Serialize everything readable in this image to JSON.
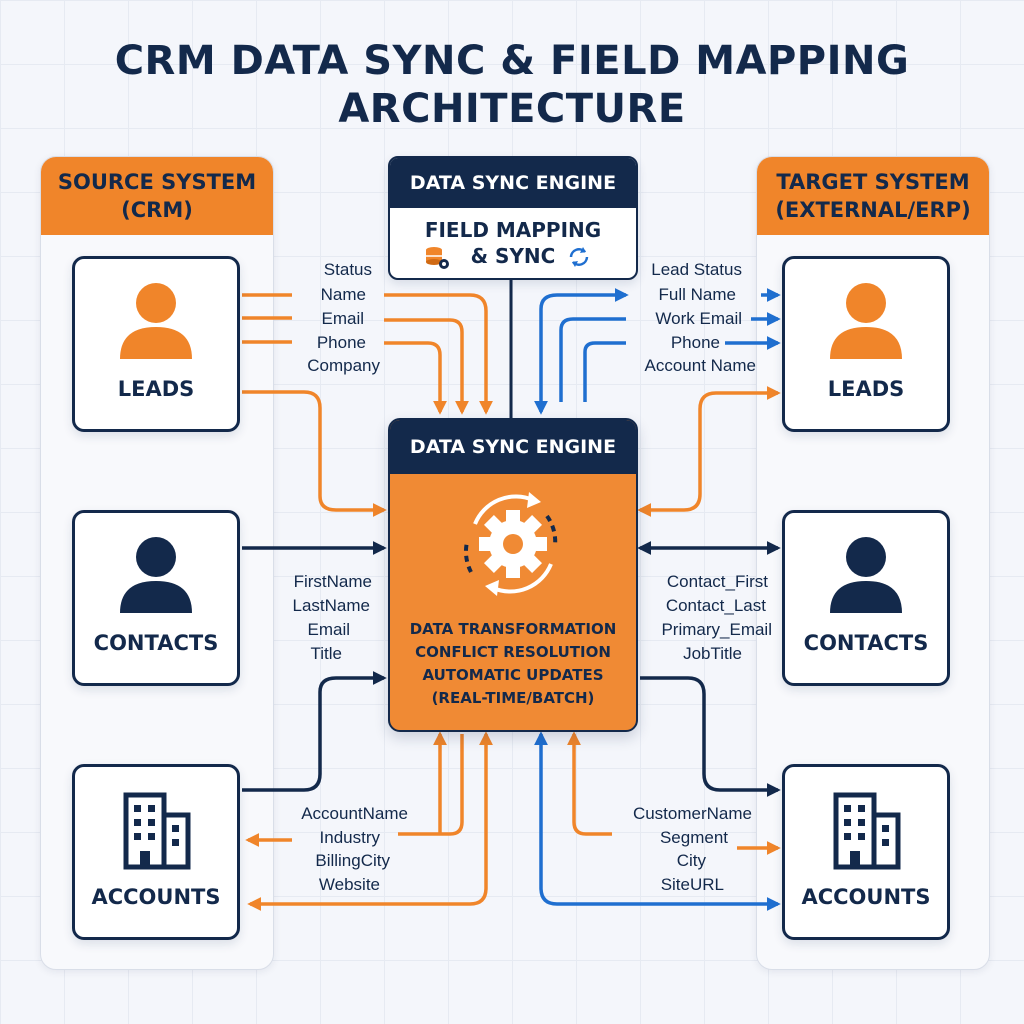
{
  "title": {
    "line1": "CRM DATA SYNC & FIELD MAPPING",
    "line2": "ARCHITECTURE"
  },
  "source": {
    "header_line1": "SOURCE SYSTEM",
    "header_line2": "(CRM)",
    "entities": [
      {
        "label": "LEADS",
        "icon": "person-icon"
      },
      {
        "label": "CONTACTS",
        "icon": "person-icon"
      },
      {
        "label": "ACCOUNTS",
        "icon": "building-icon"
      }
    ]
  },
  "target": {
    "header_line1": "TARGET SYSTEM",
    "header_line2": "(EXTERNAL/ERP)",
    "entities": [
      {
        "label": "LEADS",
        "icon": "person-icon"
      },
      {
        "label": "CONTACTS",
        "icon": "person-icon"
      },
      {
        "label": "ACCOUNTS",
        "icon": "building-icon"
      }
    ]
  },
  "top_engine": {
    "header": "DATA SYNC ENGINE",
    "line1": "FIELD MAPPING",
    "line2": "& SYNC"
  },
  "main_engine": {
    "header": "DATA SYNC ENGINE",
    "lines": [
      "DATA TRANSFORMATION",
      "CONFLICT RESOLUTION",
      "AUTOMATIC UPDATES",
      "(REAL-TIME/BATCH)"
    ]
  },
  "field_mappings": {
    "leads_source": [
      "Status",
      "Name",
      "Email",
      "Phone",
      "Company"
    ],
    "leads_target": [
      "Lead Status",
      "Full Name",
      "Work Email",
      "Phone",
      "Account Name"
    ],
    "contacts_source": [
      "FirstName",
      "LastName",
      "Email",
      "Title"
    ],
    "contacts_target": [
      "Contact_First",
      "Contact_Last",
      "Primary_Email",
      "JobTitle"
    ],
    "accounts_source": [
      "AccountName",
      "Industry",
      "BillingCity",
      "Website"
    ],
    "accounts_target": [
      "CustomerName",
      "Segment",
      "City",
      "SiteURL"
    ]
  },
  "colors": {
    "navy": "#13294b",
    "orange": "#f0852a",
    "blue": "#1f6fd0",
    "background": "#f4f6fb"
  }
}
